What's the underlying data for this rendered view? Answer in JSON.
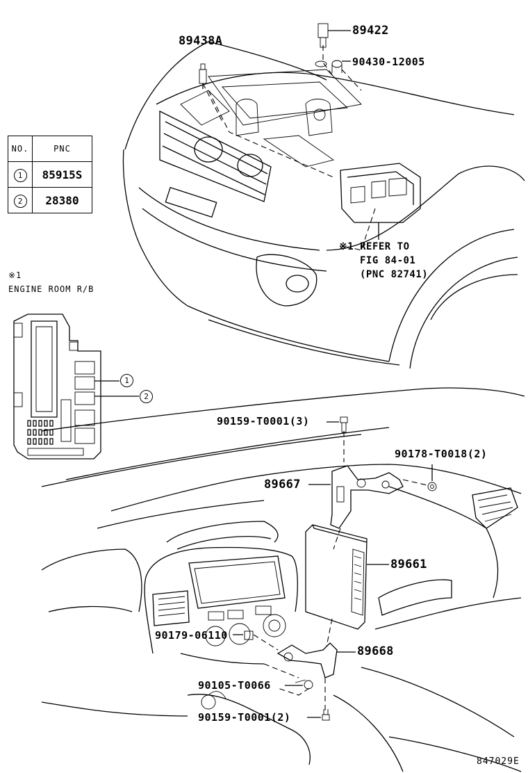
{
  "pnc_table": {
    "header_no": "NO.",
    "header_pnc": "PNC",
    "rows": [
      {
        "no": "1",
        "pnc": "85915S"
      },
      {
        "no": "2",
        "pnc": "28380"
      }
    ]
  },
  "engine_room": {
    "note_mark": "※1",
    "title": "ENGINE ROOM R/B",
    "callouts": [
      "1",
      "2"
    ]
  },
  "refer_note": {
    "line1": "※1 REFER TO",
    "line2": "FIG 84-01",
    "line3": "(PNC 82741)"
  },
  "part_labels": {
    "p89438a": "89438A",
    "p89422": "89422",
    "p90430": "90430-12005",
    "p90159_3": "90159-T0001(3)",
    "p90178": "90178-T0018(2)",
    "p89667": "89667",
    "p89661": "89661",
    "p90179": "90179-06110",
    "p89668": "89668",
    "p90105": "90105-T0066",
    "p90159_2": "90159-T0001(2)"
  },
  "figure_code": "847029E"
}
